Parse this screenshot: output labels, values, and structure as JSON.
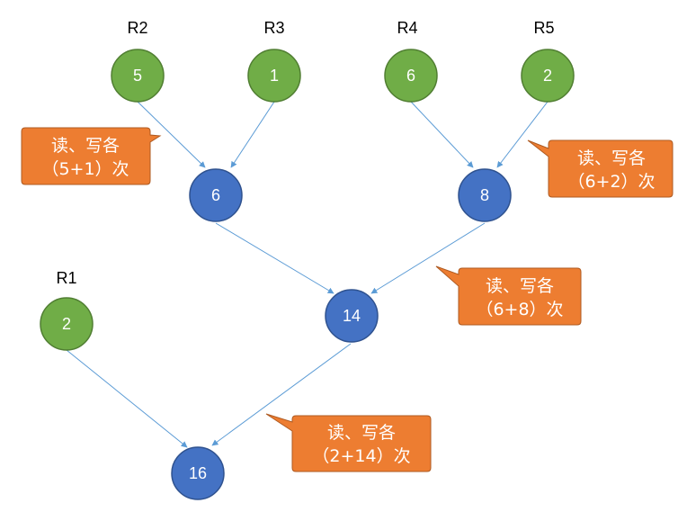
{
  "colors": {
    "leaf_fill": "#70AD47",
    "leaf_stroke": "#507E32",
    "merged_fill": "#4472C4",
    "merged_stroke": "#2F528F",
    "edge": "#5B9BD5",
    "callout_fill": "#ED7D31",
    "callout_stroke": "#AE5A21"
  },
  "runs": {
    "r1": {
      "label": "R1",
      "value": "2"
    },
    "r2": {
      "label": "R2",
      "value": "5"
    },
    "r3": {
      "label": "R3",
      "value": "1"
    },
    "r4": {
      "label": "R4",
      "value": "6"
    },
    "r5": {
      "label": "R5",
      "value": "2"
    }
  },
  "merged": {
    "m23": "6",
    "m45": "8",
    "m_mid": "14",
    "m_final": "16"
  },
  "callouts": {
    "c1": {
      "line1": "读、写各",
      "line2": "（5+1）次"
    },
    "c2": {
      "line1": "读、写各",
      "line2": "（6+2）次"
    },
    "c3": {
      "line1": "读、写各",
      "line2": "（6+8）次"
    },
    "c4": {
      "line1": "读、写各",
      "line2": "（2+14）次"
    }
  }
}
